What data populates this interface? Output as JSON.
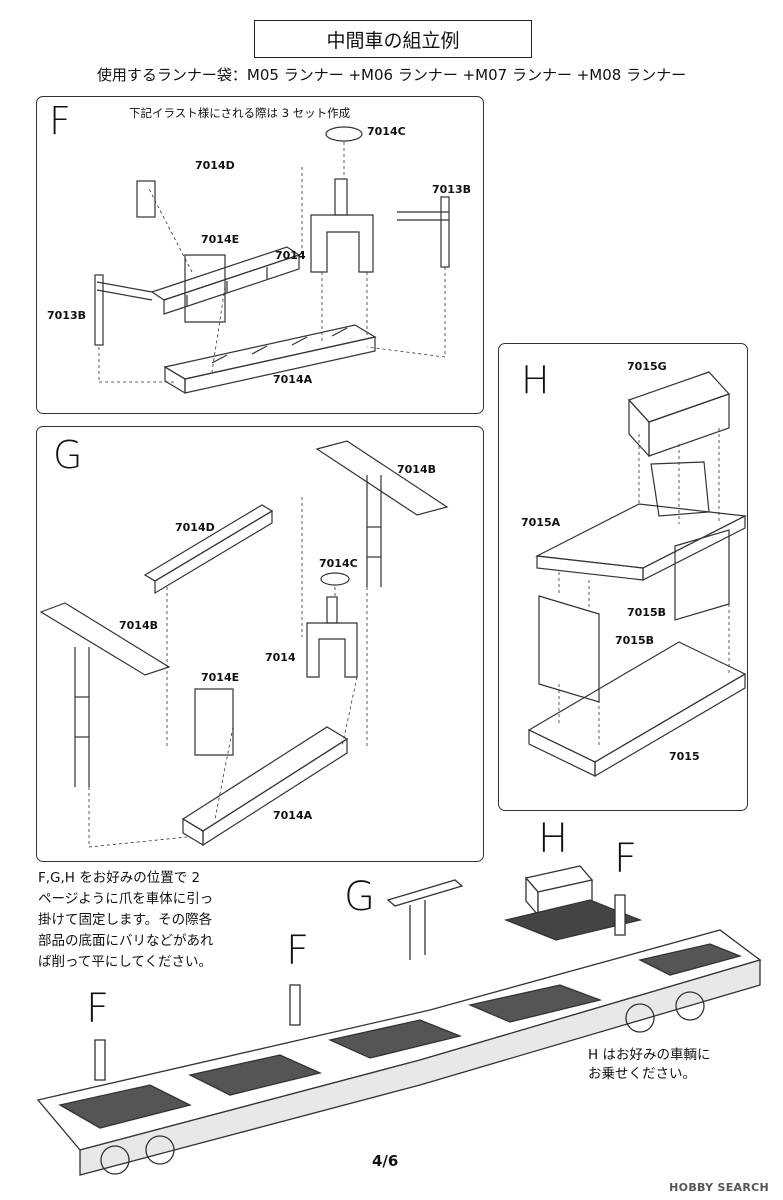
{
  "title": "中間車の組立例",
  "runner_bags": "使用するランナー袋：M05 ランナー +M06 ランナー +M07 ランナー +M08 ランナー",
  "panel_f": {
    "letter": "F",
    "note": "下記イラスト様にされる際は 3 セット作成",
    "labels": {
      "p7014c": "7014C",
      "p7014d": "7014D",
      "p7013b_top": "7013B",
      "p7014e": "7014E",
      "p7014": "7014",
      "p7013b_left": "7013B",
      "p7014a": "7014A"
    }
  },
  "panel_g": {
    "letter": "G",
    "labels": {
      "p7014b_top": "7014B",
      "p7014d": "7014D",
      "p7014c": "7014C",
      "p7014b_left": "7014B",
      "p7014": "7014",
      "p7014e": "7014E",
      "p7014a": "7014A"
    }
  },
  "panel_h": {
    "letter": "H",
    "labels": {
      "p7015g": "7015G",
      "p7015a": "7015A",
      "p7015b_1": "7015B",
      "p7015b_2": "7015B",
      "p7015": "7015"
    }
  },
  "bottom": {
    "note_lines": [
      "F,G,H をお好みの位置で 2",
      "ページように爪を車体に引っ",
      "掛けて固定します。その際各",
      "部品の底面にバリなどがあれ",
      "ば削って平にしてください。"
    ],
    "note_h_lines": [
      "H はお好みの車輌に",
      "お乗せください。"
    ],
    "letter_h": "H",
    "letter_f_right": "F",
    "letter_g": "G",
    "letter_f_mid": "F",
    "letter_f_left": "F"
  },
  "page_number": "4/6",
  "watermark": "HOBBY SEARCH"
}
